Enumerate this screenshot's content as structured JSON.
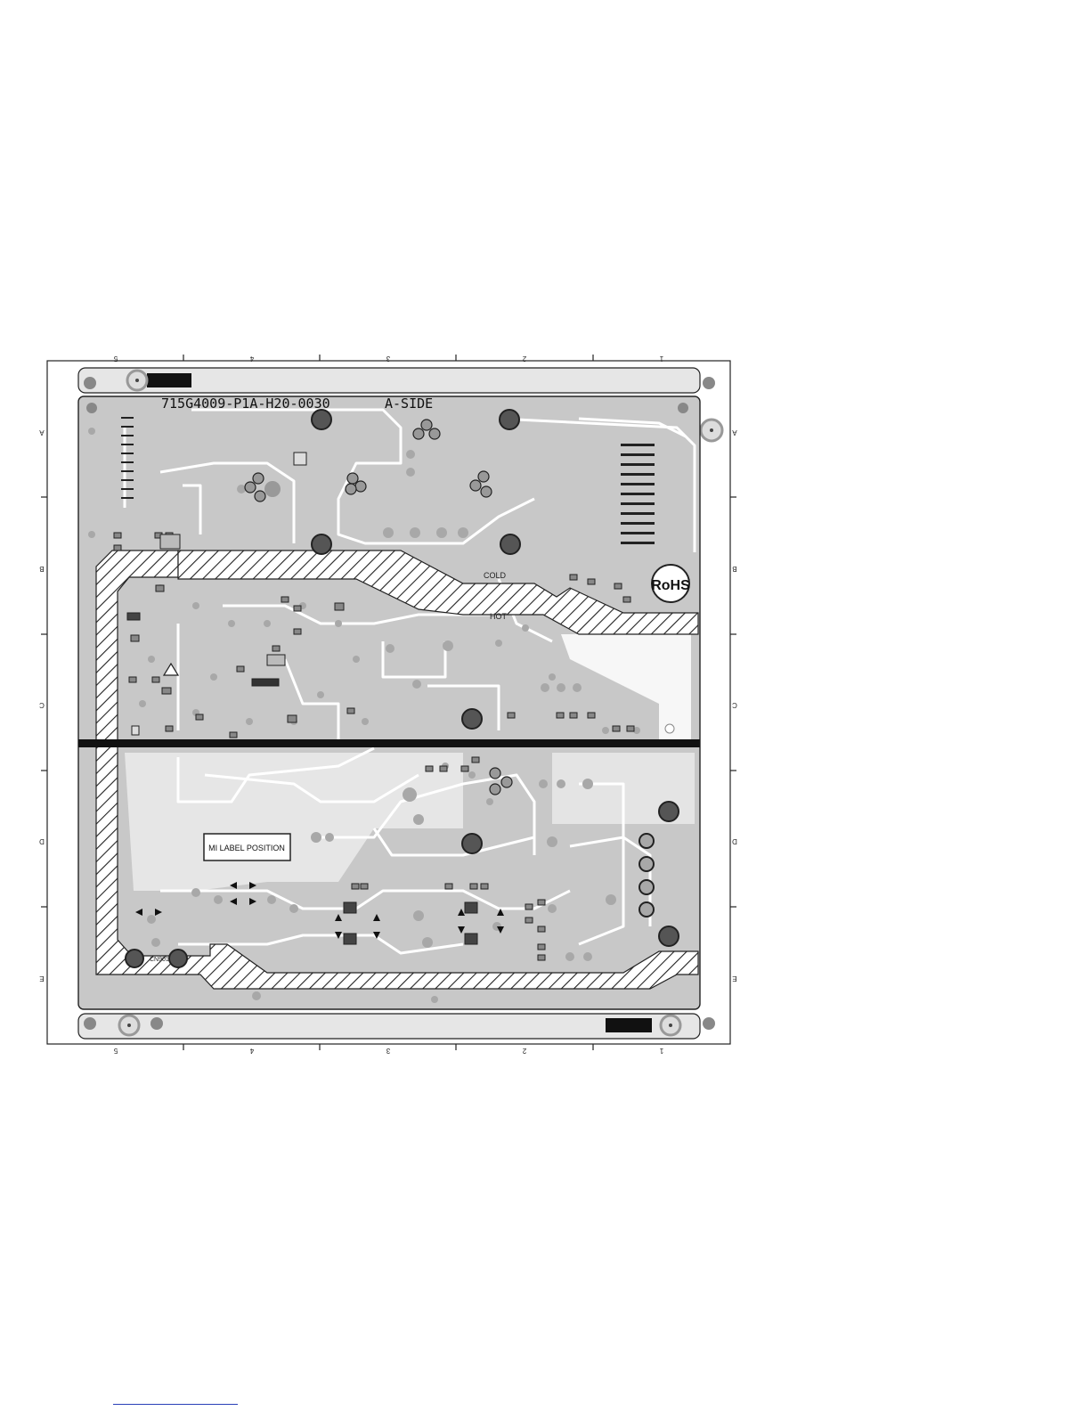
{
  "board": {
    "part_number": "715G4009-P1A-H20-0030",
    "side": "A-SIDE",
    "rohs_label": "RoHS",
    "mi_label": "MI LABEL POSITION",
    "cold_label": "COLD",
    "hot_label": "HOT",
    "connector_label": "CN901",
    "colors": {
      "board_fill": "#c8c8c8",
      "frame_fill": "#e6e6e6",
      "line": "#222222",
      "pad_dark": "#555555",
      "pad_gray": "#a8a8a8",
      "trace_white": "#ffffff"
    }
  },
  "grid": {
    "columns_top": [
      "5",
      "4",
      "3",
      "2",
      "1"
    ],
    "columns_bottom": [
      "5",
      "4",
      "3",
      "2",
      "1"
    ],
    "rows_left": [
      "A",
      "B",
      "C",
      "D",
      "E"
    ],
    "rows_right": [
      "A",
      "B",
      "C",
      "D",
      "E"
    ]
  }
}
